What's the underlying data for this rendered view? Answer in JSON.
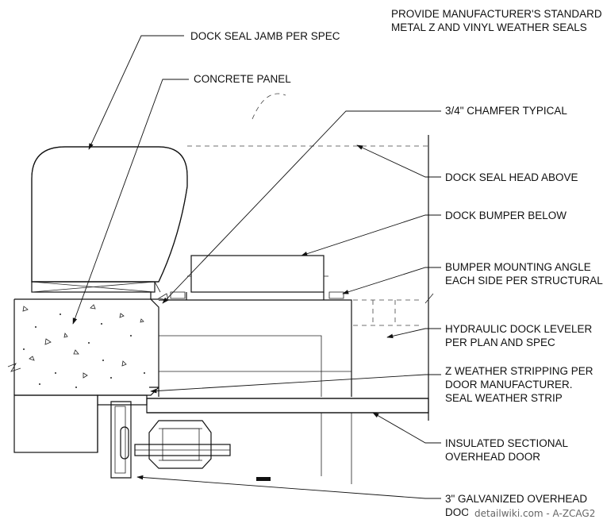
{
  "header_note": {
    "line1": "PROVIDE MANUFACTURER'S STANDARD",
    "line2": "METAL Z AND VINYL WEATHER SEALS"
  },
  "callouts": {
    "dock_seal_jamb": "DOCK SEAL JAMB PER SPEC",
    "concrete_panel": "CONCRETE PANEL",
    "chamfer": "3/4\" CHAMFER TYPICAL",
    "dock_seal_head": "DOCK SEAL HEAD ABOVE",
    "dock_bumper": "DOCK BUMPER BELOW",
    "bumper_angle_1": "BUMPER MOUNTING ANGLE",
    "bumper_angle_2": "EACH SIDE PER STRUCTURAL",
    "leveler_1": "HYDRAULIC DOCK LEVELER",
    "leveler_2": "PER PLAN AND SPEC",
    "weather_strip_1": "Z WEATHER STRIPPING PER",
    "weather_strip_2": "DOOR MANUFACTURER.",
    "weather_strip_3": "SEAL WEATHER STRIP",
    "overhead_door_1": "INSULATED SECTIONAL",
    "overhead_door_2": "OVERHEAD DOOR",
    "galvanized_1": "3\" GALVANIZED OVERHEAD",
    "galvanized_2": "DOOR"
  },
  "watermark": "detailwiki.com - A-ZCAG2"
}
